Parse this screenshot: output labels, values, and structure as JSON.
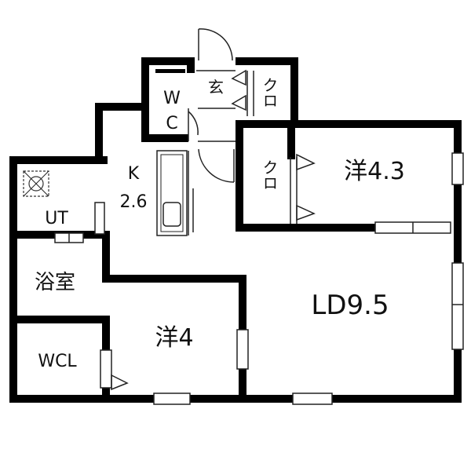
{
  "rooms": {
    "ld": "LD9.5",
    "western_1": "洋4.3",
    "western_2": "洋4",
    "kitchen_k": "K",
    "kitchen_size": "2.6",
    "bath": "浴室",
    "utility": "UT",
    "walk_in_closet": "WCL",
    "toilet_w": "W",
    "toilet_c": "C",
    "entrance": "玄",
    "closet_top": "クロ",
    "closet_mid": "クロ"
  },
  "colors": {
    "wall": "#000000",
    "line": "#222222",
    "background": "#ffffff"
  },
  "icons": {
    "door_swing": "door-arc-icon",
    "window": "window-icon",
    "washer_pan": "washer-pan-icon",
    "sink": "sink-icon"
  }
}
